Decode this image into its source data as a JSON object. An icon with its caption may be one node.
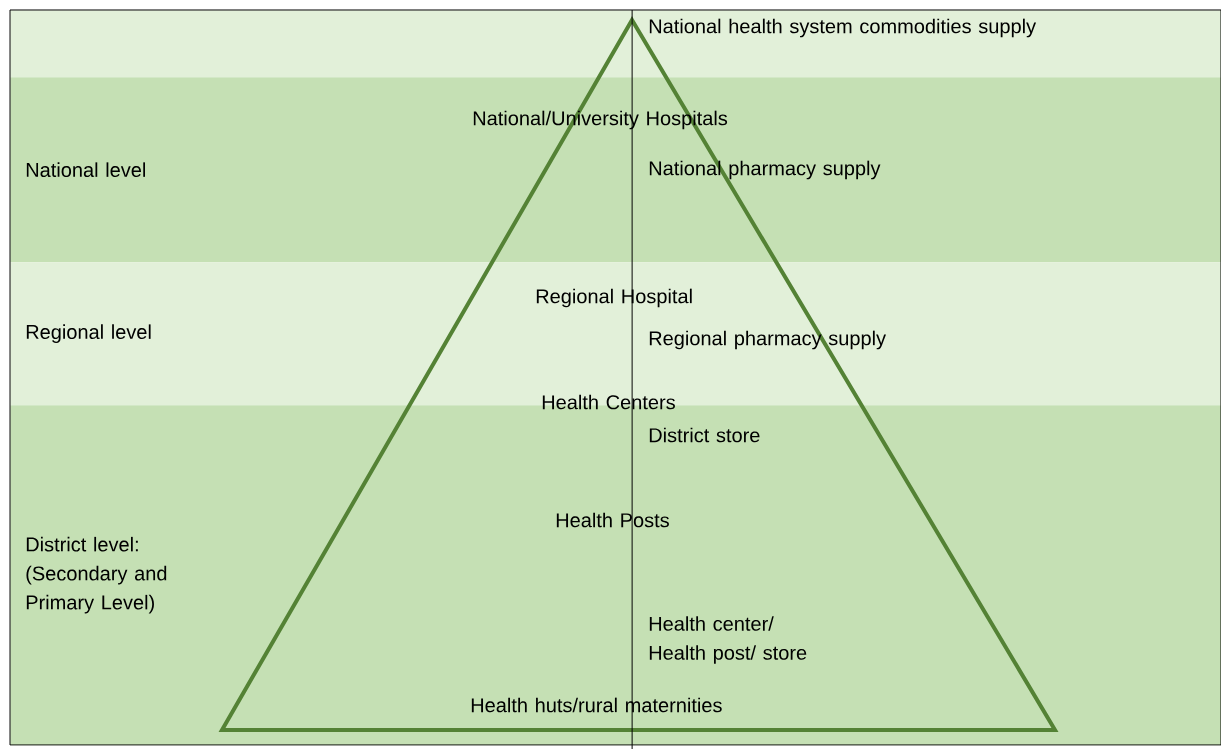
{
  "diagram": {
    "nodes": [
      {
        "text": [],
        "shape": "band"
      },
      {
        "text": [
          "National level"
        ]
      },
      {
        "text": [
          "Regional level"
        ]
      },
      {
        "text": [
          "District level: (Secondary and Primary Level)"
        ]
      }
    ],
    "labels": [
      "National health system commodities supply",
      "National/University Hospitals",
      "National pharmacy supply",
      "Regional Hospital",
      "Regional pharmacy supply",
      "Health Centers",
      "District store",
      "Health Posts",
      "Health center/ Health post/ store",
      "Health huts/rural maternities"
    ]
  }
}
